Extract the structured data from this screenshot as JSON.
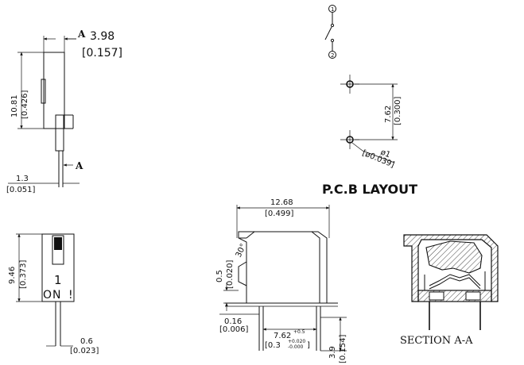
{
  "side_view": {
    "width_label": "3.98",
    "width_label_in": "[0.157]",
    "height_label": "10.81",
    "height_label_in": "[0.426]",
    "pin_label": "1.3",
    "pin_label_in": "[0.051]",
    "section_marker_top": "A",
    "section_marker_bottom": "A"
  },
  "schematic": {
    "pin_1": "1",
    "pin_2": "2"
  },
  "pcb_layout": {
    "title": "P.C.B LAYOUT",
    "pitch_label": "7.62",
    "pitch_label_in": "[0.300]",
    "hole_label": "ø1",
    "hole_label_in": "[ø0.039]"
  },
  "front_view": {
    "height_label": "9.46",
    "height_label_in": "[0.373]",
    "number_marking": "1",
    "on_marking": "ON",
    "pin_label": "0.6",
    "pin_label_in": "[0.023]"
  },
  "top_view": {
    "width_label": "12.68",
    "width_label_in": "[0.499]",
    "angle_label": "30°",
    "left_label": "0.5",
    "left_label_in": "[0.020]",
    "standoff_label": "0.16",
    "standoff_label_in": "[0.006]",
    "pitch_label": "7.62",
    "pitch_tol": "+0.5",
    "pitch_label_in": "[0.3",
    "pitch_tol_in_upper": "+0.020",
    "pitch_tol_in_lower": "-0.000",
    "pitch_label_in_close": "]",
    "pin_length_label": "3.9",
    "pin_length_label_in": "[0.154]"
  },
  "section_view": {
    "label": "SECTION  A-A"
  }
}
